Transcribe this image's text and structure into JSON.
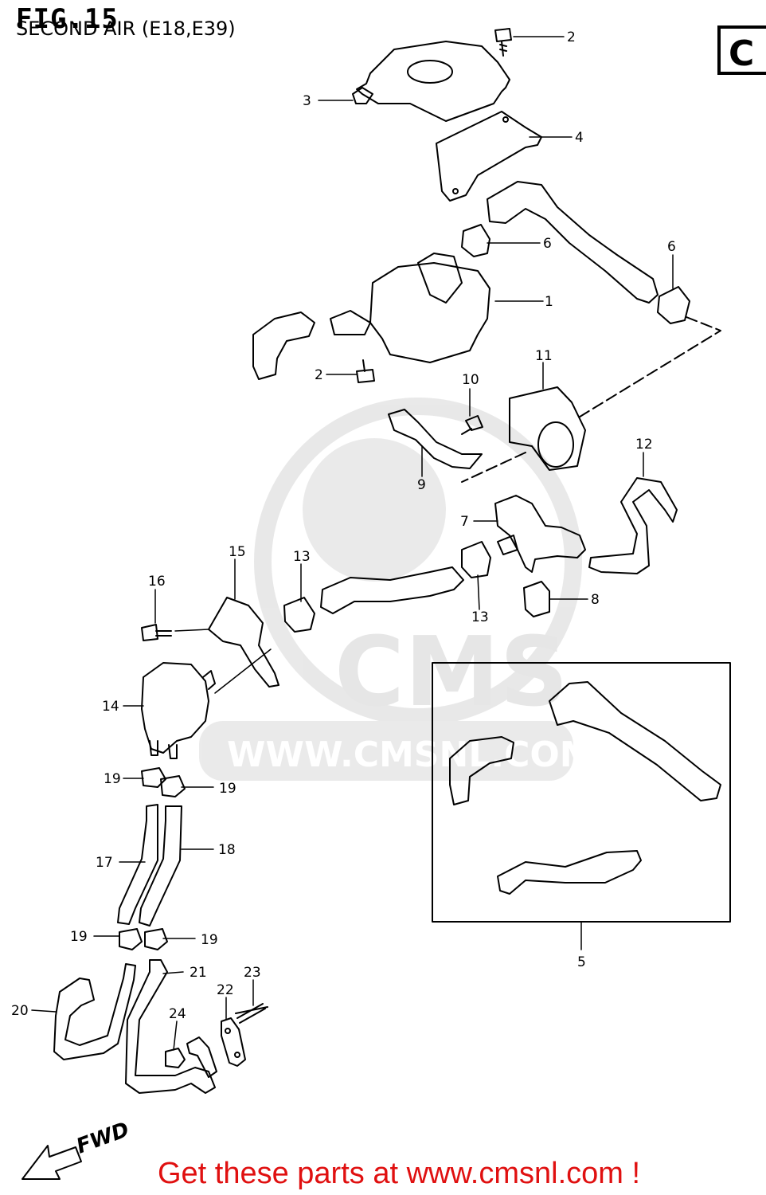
{
  "figure": {
    "title": "FIG.15",
    "subtitle": "SECOND AIR (E18,E39)",
    "section_code": "C",
    "watermark_url": "WWW.CMSNL.COM",
    "watermark_logo": "CMS",
    "fwd_label": "FWD"
  },
  "callouts": {
    "c1": "1",
    "c2a": "2",
    "c2b": "2",
    "c3": "3",
    "c4": "4",
    "c5": "5",
    "c6a": "6",
    "c6b": "6",
    "c7": "7",
    "c8": "8",
    "c9": "9",
    "c10": "10",
    "c11": "11",
    "c12": "12",
    "c13a": "13",
    "c13b": "13",
    "c14": "14",
    "c15": "15",
    "c16": "16",
    "c17": "17",
    "c18": "18",
    "c19a": "19",
    "c19b": "19",
    "c19c": "19",
    "c19d": "19",
    "c20": "20",
    "c21": "21",
    "c22": "22",
    "c23": "23",
    "c24": "24"
  },
  "footer": {
    "text": "Get these parts at www.cmsnl.com !"
  }
}
